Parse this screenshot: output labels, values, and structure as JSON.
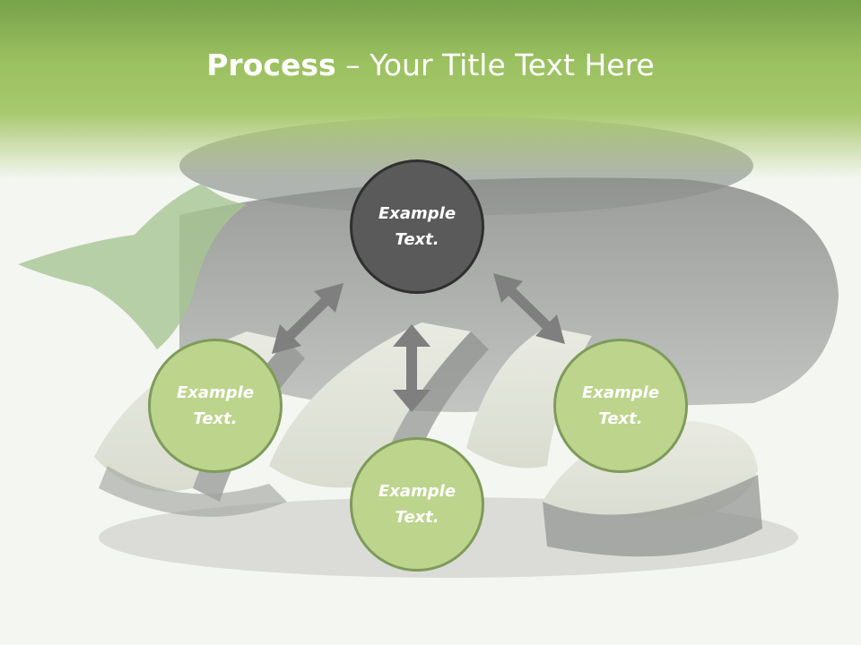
{
  "title": {
    "strong": "Process",
    "rest": " – Your Title Text Here"
  },
  "nodes": {
    "top": {
      "line1": "Example",
      "line2": "Text."
    },
    "left": {
      "line1": "Example",
      "line2": "Text."
    },
    "bottom": {
      "line1": "Example",
      "line2": "Text."
    },
    "right": {
      "line1": "Example",
      "line2": "Text."
    }
  },
  "colors": {
    "header_green": "#9bc160",
    "center_node": "#5a5a5a",
    "outer_node": "#bdd48c",
    "outer_node_border": "#7e9b5a",
    "arrow": "#7f7f7f"
  }
}
